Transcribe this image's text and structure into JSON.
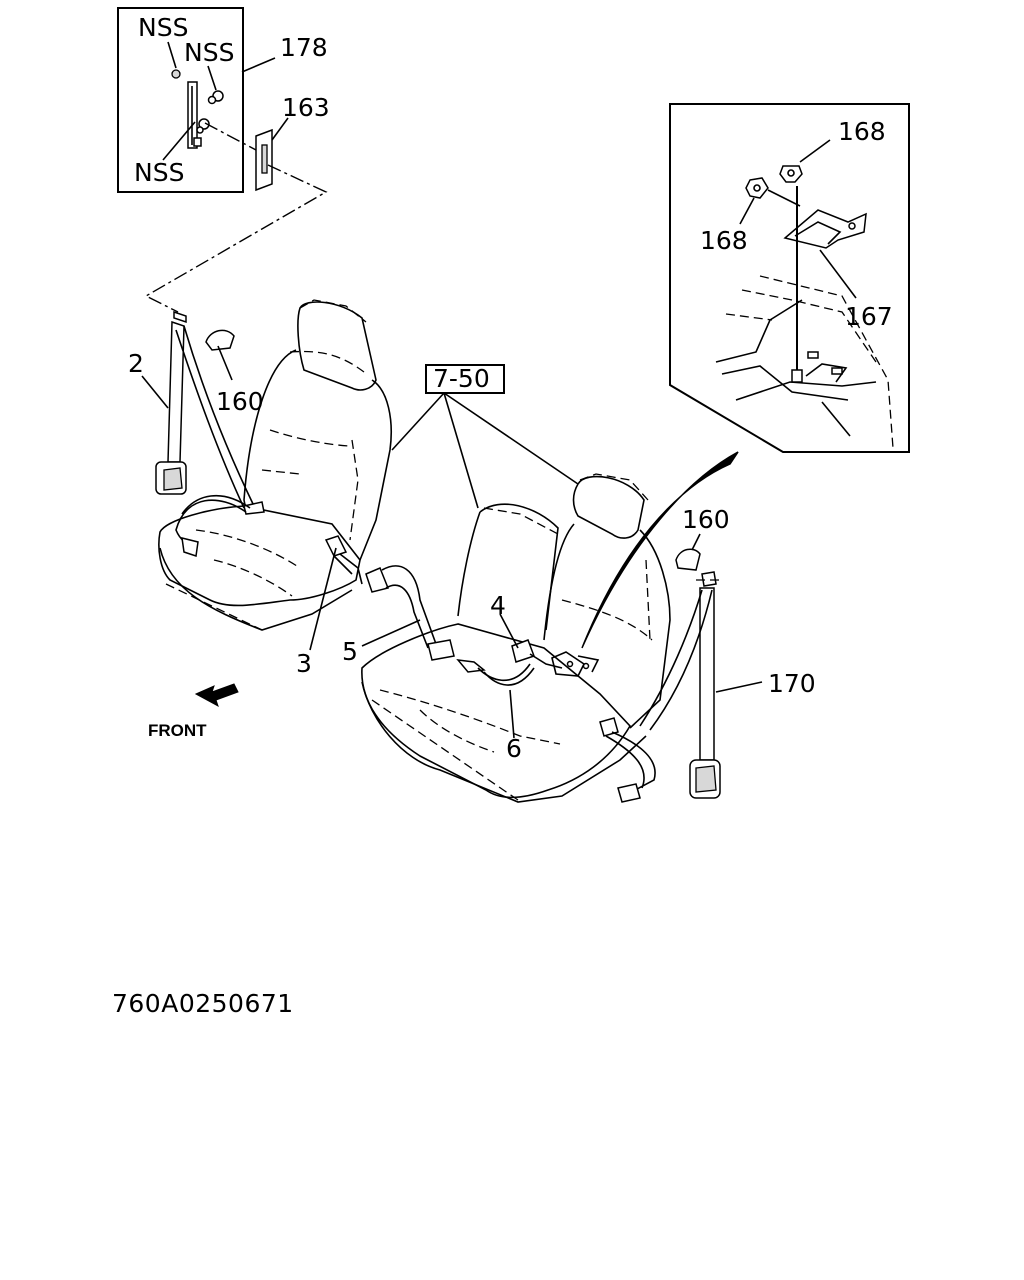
{
  "diagram": {
    "callouts": {
      "nss_1": "NSS",
      "nss_2": "NSS",
      "nss_3": "NSS",
      "p178": "178",
      "p163": "163",
      "p168_top": "168",
      "p168_left": "168",
      "p167": "167",
      "p2": "2",
      "p160_left": "160",
      "p7_50": "7-50",
      "p160_right": "160",
      "p4": "4",
      "p5": "5",
      "p3": "3",
      "p170": "170",
      "p6": "6"
    },
    "front_label": "FRONT",
    "drawing_code": "760A0250671"
  }
}
